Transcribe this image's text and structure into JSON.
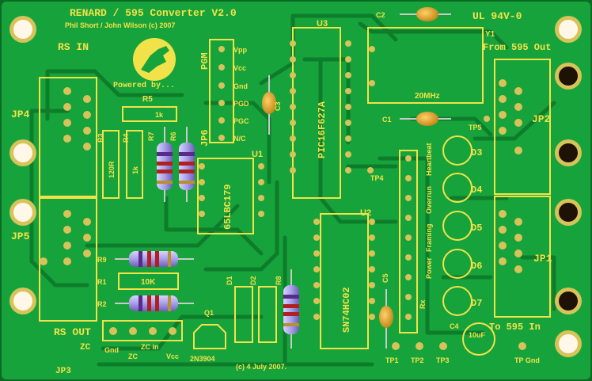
{
  "board": {
    "title": "RENARD / 595 Converter  V2.0",
    "authors": "Phil Short / John Wilson (c) 2007",
    "rating": "UL 94V-0",
    "powered_by": "Powered by...",
    "date": "(c) 4 July 2007.",
    "colors": {
      "board": "#16a53a",
      "board_dark": "#0d7a28",
      "silkscreen": "#f2e24a",
      "pad": "#d8c25a"
    }
  },
  "connectors": {
    "rs_in": "RS IN",
    "rs_out": "RS OUT",
    "from_595": "From 595 Out",
    "to_595": "To 595 In",
    "jp4": "JP4",
    "jp5": "JP5",
    "jp2": "JP2",
    "jp1": "JP1",
    "jp3": "JP3",
    "jp6": "JP6",
    "pgm": "PGM",
    "zc": "ZC",
    "jp3_pins": [
      "Gnd",
      "ZC",
      "ZC in",
      "Vcc"
    ],
    "pgm_pins": [
      "Vpp",
      "Vcc",
      "Gnd",
      "PGD",
      "PGC",
      "N/C"
    ]
  },
  "components": {
    "u1": "U1",
    "u1_part": "65LBC179",
    "u2": "U2",
    "u2_part": "SN74HC02",
    "u3": "U3",
    "u3_part": "PIC16F627A",
    "y1": "Y1",
    "y1_freq": "20MHz",
    "q1": "Q1",
    "q1_part": "2N3904",
    "r5": "R5",
    "r5_val": "1k",
    "r3": "R3",
    "r3_val": "120R",
    "r4": "R4",
    "r4_val": "1k",
    "r7": "R7",
    "r6": "R6",
    "r9": "R9",
    "r1": "R1",
    "r1_val": "10K",
    "r2": "R2",
    "r8": "R8",
    "d1": "D1",
    "d2": "D2",
    "c1": "C1",
    "c2": "C2",
    "c3": "C3",
    "c4": "C4",
    "c4_val": "10uF",
    "c5": "C5",
    "tp1": "TP1",
    "tp2": "TP2",
    "tp3": "TP3",
    "tp4": "TP4",
    "tp5": "TP5",
    "tp_gnd": "TP Gnd",
    "rx": "Rx",
    "d3": "D3",
    "d4": "D4",
    "d5": "D5",
    "d6": "D6",
    "d7": "D7",
    "led_labels": [
      "Heartbeat",
      "Overrun",
      "Framing",
      "Power"
    ]
  }
}
